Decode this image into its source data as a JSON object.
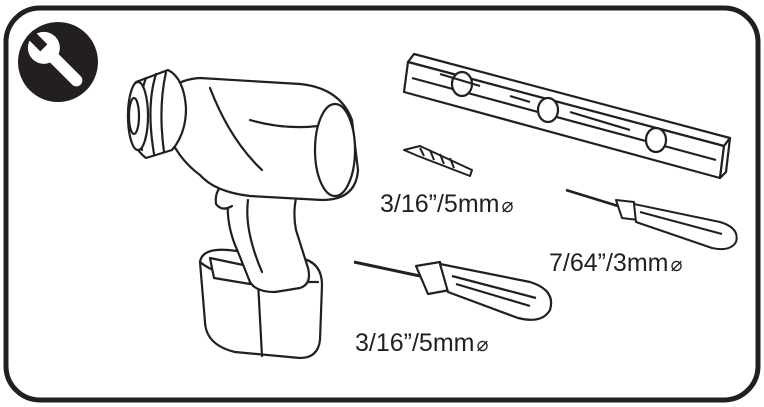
{
  "labels": {
    "drill_bit": "3/16”/5mm",
    "small_screwdriver": "7/64”/3mm",
    "large_screwdriver": "3/16”/5mm",
    "diameter_symbol": "⌀"
  },
  "icons": {
    "badge": "wrench-icon"
  },
  "colors": {
    "ink": "#231f20",
    "background": "#ffffff"
  }
}
